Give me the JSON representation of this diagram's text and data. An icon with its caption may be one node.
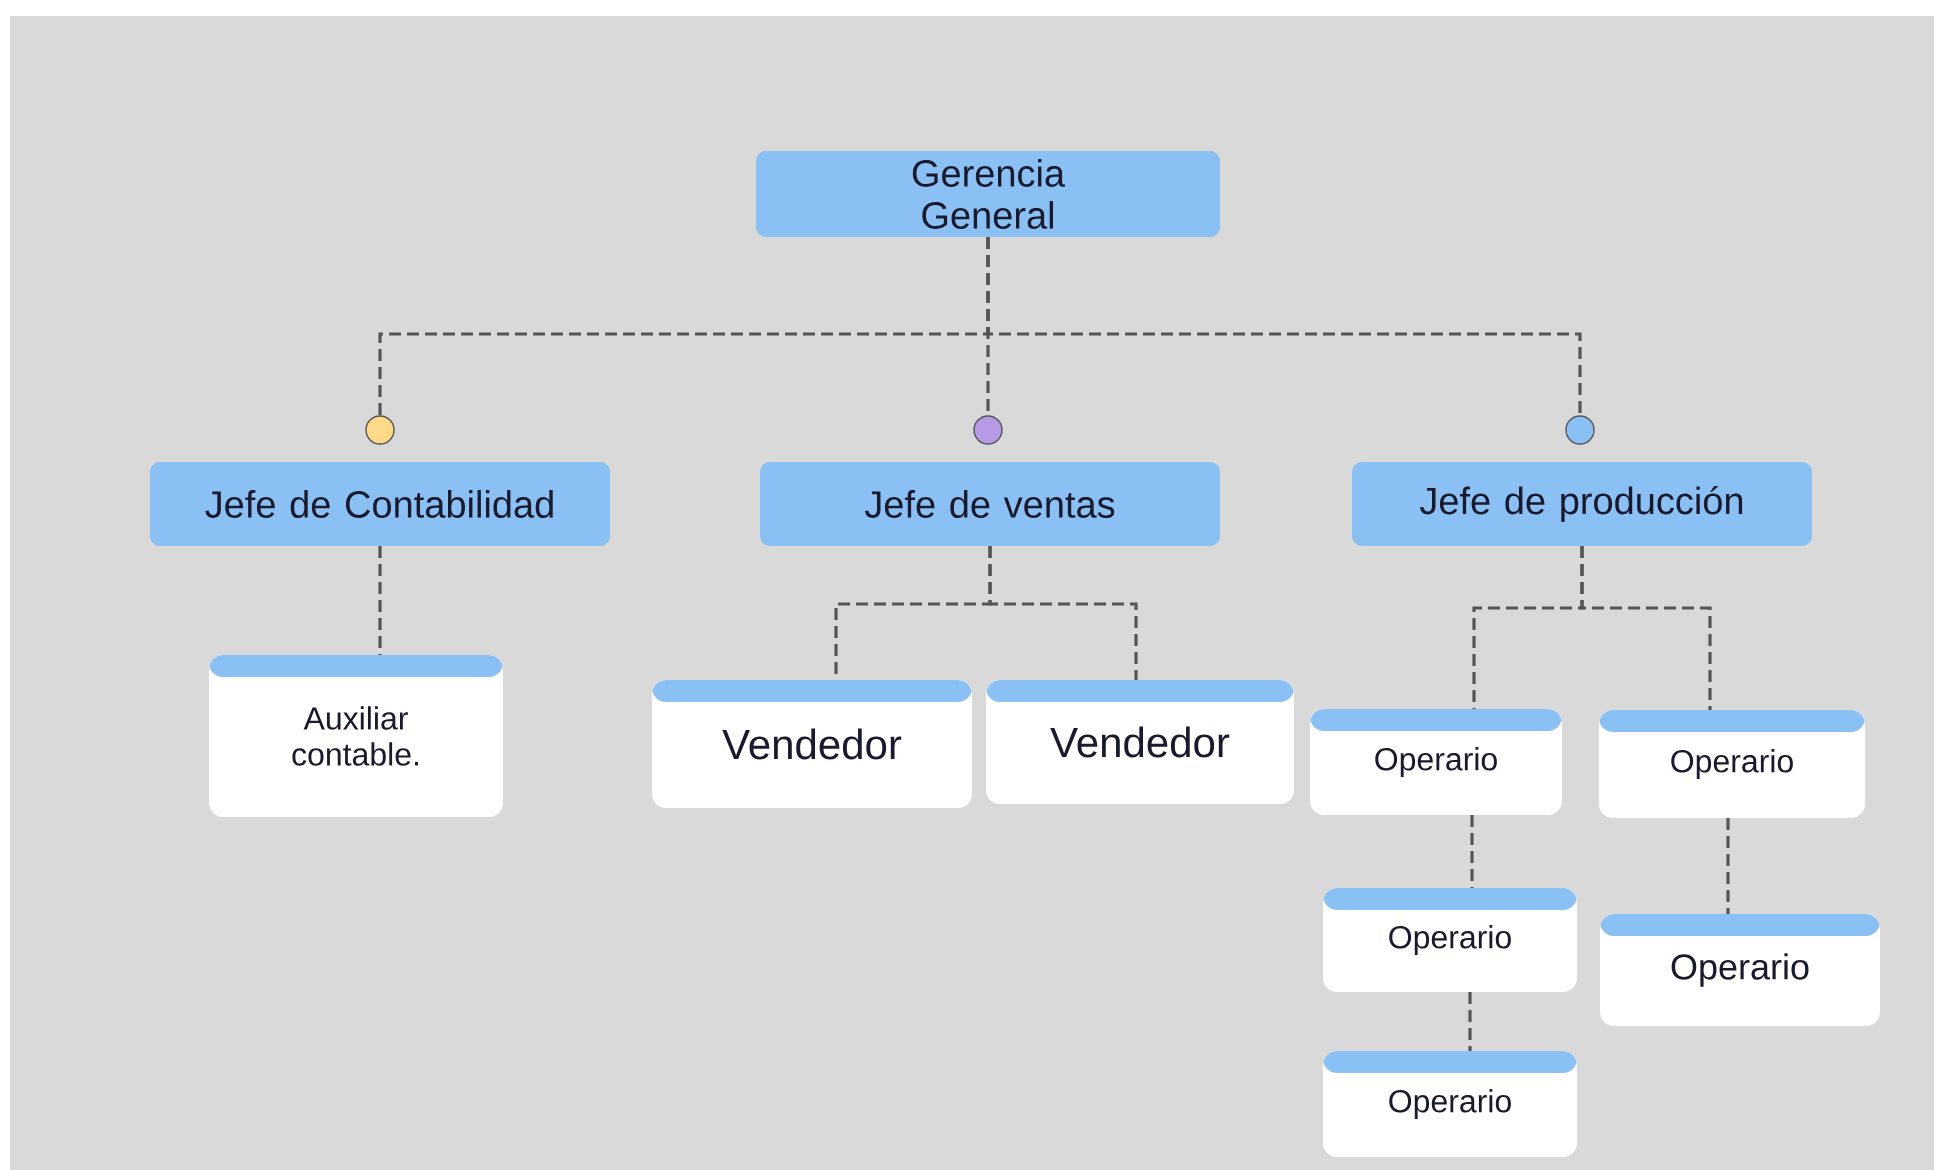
{
  "diagram": {
    "nodes": [
      {
        "text": [
          "Gerencia General"
        ]
      },
      {
        "text": [],
        "shape": "circle"
      },
      {
        "text": [],
        "shape": "circle"
      },
      {
        "text": [],
        "shape": "circle"
      },
      {
        "text": [
          "Jefe de Contabilidad"
        ]
      },
      {
        "text": [
          "Jefe de ventas"
        ]
      },
      {
        "text": [
          "Jefe de producción"
        ]
      },
      {
        "text": [
          "Auxiliar contable."
        ]
      },
      {
        "text": [
          "Vendedor"
        ]
      },
      {
        "text": [
          "Vendedor"
        ]
      },
      {
        "text": [
          "Operario"
        ]
      },
      {
        "text": [
          "Operario"
        ]
      },
      {
        "text": [
          "Operario"
        ]
      },
      {
        "text": [
          "Operario"
        ]
      },
      {
        "text": [
          "Operario"
        ]
      }
    ],
    "edges": [
      {
        "from": 0,
        "to": 1,
        "arrow": "none",
        "style": "dashed"
      },
      {
        "from": 0,
        "to": 2,
        "arrow": "none",
        "style": "dashed"
      },
      {
        "from": 0,
        "to": 3,
        "arrow": "none",
        "style": "dashed"
      },
      {
        "from": 4,
        "to": 7,
        "arrow": "none",
        "style": "dashed"
      },
      {
        "from": 5,
        "to": 8,
        "arrow": "none",
        "style": "dashed"
      },
      {
        "from": 5,
        "to": 9,
        "arrow": "none",
        "style": "dashed"
      },
      {
        "from": 6,
        "to": 10,
        "arrow": "none",
        "style": "dashed"
      },
      {
        "from": 6,
        "to": 11,
        "arrow": "none",
        "style": "dashed"
      },
      {
        "from": 10,
        "to": 12,
        "arrow": "none",
        "style": "dashed"
      },
      {
        "from": 12,
        "to": 14,
        "arrow": "none",
        "style": "dashed"
      },
      {
        "from": 11,
        "to": 13,
        "arrow": "none",
        "style": "dashed"
      }
    ]
  }
}
